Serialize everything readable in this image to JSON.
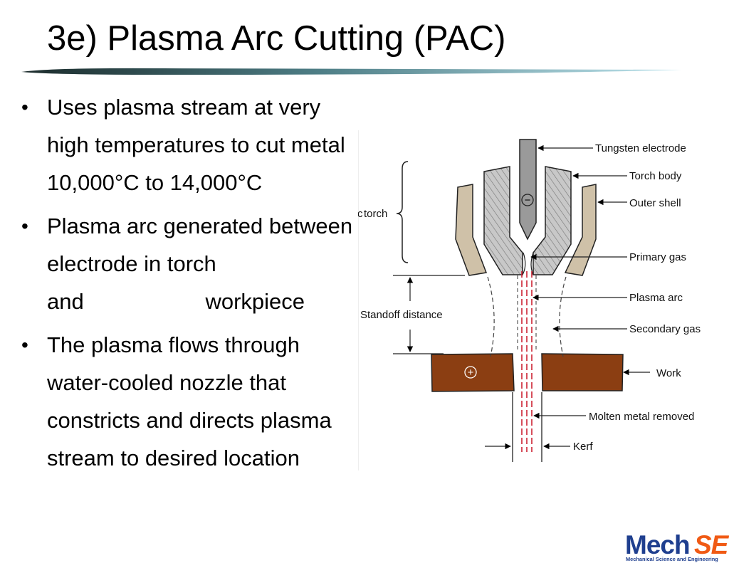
{
  "slide": {
    "title": "3e) Plasma Arc Cutting (PAC)"
  },
  "bullets": [
    {
      "text": "Uses plasma stream at very high temperatures to cut metal 10,000°C to 14,000°C"
    },
    {
      "text": "Plasma arc generated between electrode in torch",
      "tail_left": "and",
      "tail_right": "workpiece"
    },
    {
      "text": "The plasma flows through water-cooled nozzle that constricts and directs plasma stream to desired location"
    }
  ],
  "diagram": {
    "labels": {
      "tungsten_electrode": "Tungsten electrode",
      "torch_body": "Torch body",
      "outer_shell": "Outer shell",
      "primary_gas": "Primary gas",
      "plasma_arc": "Plasma arc",
      "secondary_gas": "Secondary gas",
      "work": "Work",
      "molten_metal_removed": "Molten metal removed",
      "kerf": "Kerf",
      "torch": "torch",
      "standoff_distance": "Standoff distance",
      "minus_sign": "−",
      "plus_sign": "+"
    },
    "colors": {
      "electrode": "#9a9a9a",
      "torch_body": "#c8c8c8",
      "outer_shell": "#cfc1a8",
      "work": "#8b3e12",
      "plasma_arc": "#cc2233"
    }
  },
  "logo": {
    "mech": "Mech",
    "se": "SE",
    "subtitle": "Mechanical Science and Engineering",
    "colors": {
      "mech": "#1f3f8f",
      "se": "#f05a14"
    }
  },
  "theme": {
    "rule_dark": "#1b2b2b",
    "rule_light": "#a9d9e6"
  }
}
